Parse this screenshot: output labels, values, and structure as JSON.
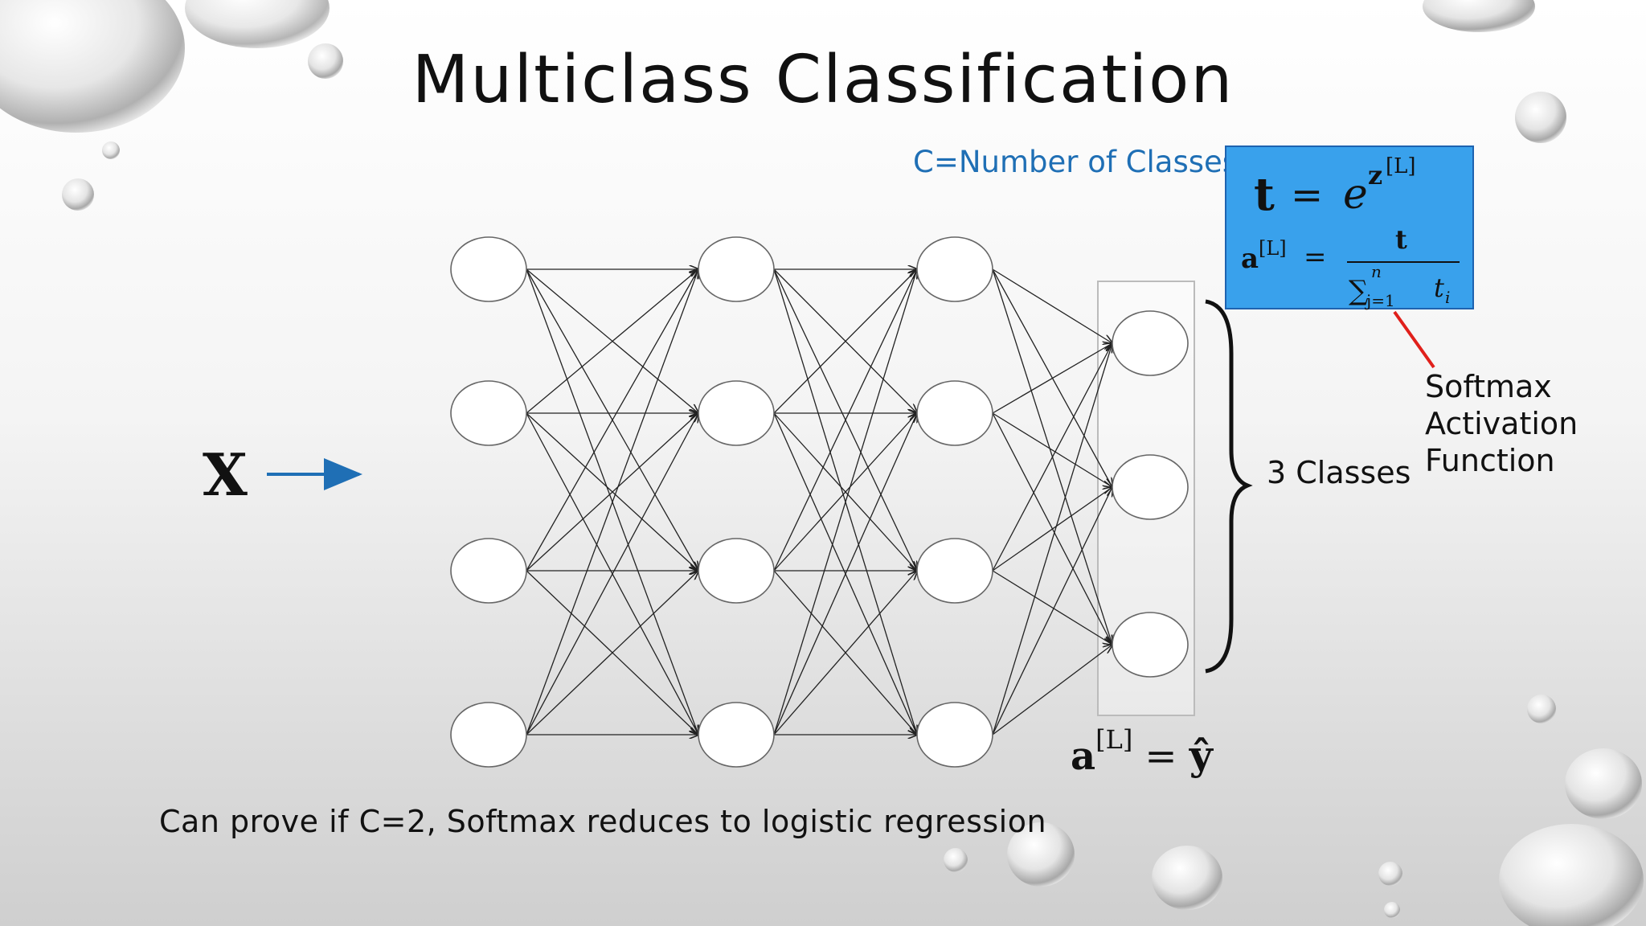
{
  "slide": {
    "title": "Multiclass Classification",
    "c_note": "C=Number of Classes",
    "formula_t": {
      "lhs": "t",
      "eq": "=",
      "base": "e",
      "exp": "z",
      "sup": "[L]"
    },
    "formula_a": {
      "lhs": "a",
      "sup": "[L]",
      "eq": "=",
      "num": "t",
      "den_sum": "∑",
      "den_upper": "n",
      "den_lower": "j=1",
      "den_term": "t",
      "den_sub": "i"
    },
    "softmax_label": [
      "Softmax",
      "Activation",
      "Function"
    ],
    "classes_label": "3 Classes",
    "input_label": "X",
    "output_formula": {
      "lhs": "a",
      "sup": "[L]",
      "eq": "=",
      "rhs": "ŷ"
    },
    "bottom_note": "Can prove if C=2, Softmax reduces to logistic regression",
    "colors": {
      "accent_blue": "#1f6fb5",
      "box_fill": "#39a1ec",
      "pointer_red": "#e0201b"
    },
    "network": {
      "layer_sizes": [
        4,
        4,
        4,
        3
      ]
    }
  }
}
